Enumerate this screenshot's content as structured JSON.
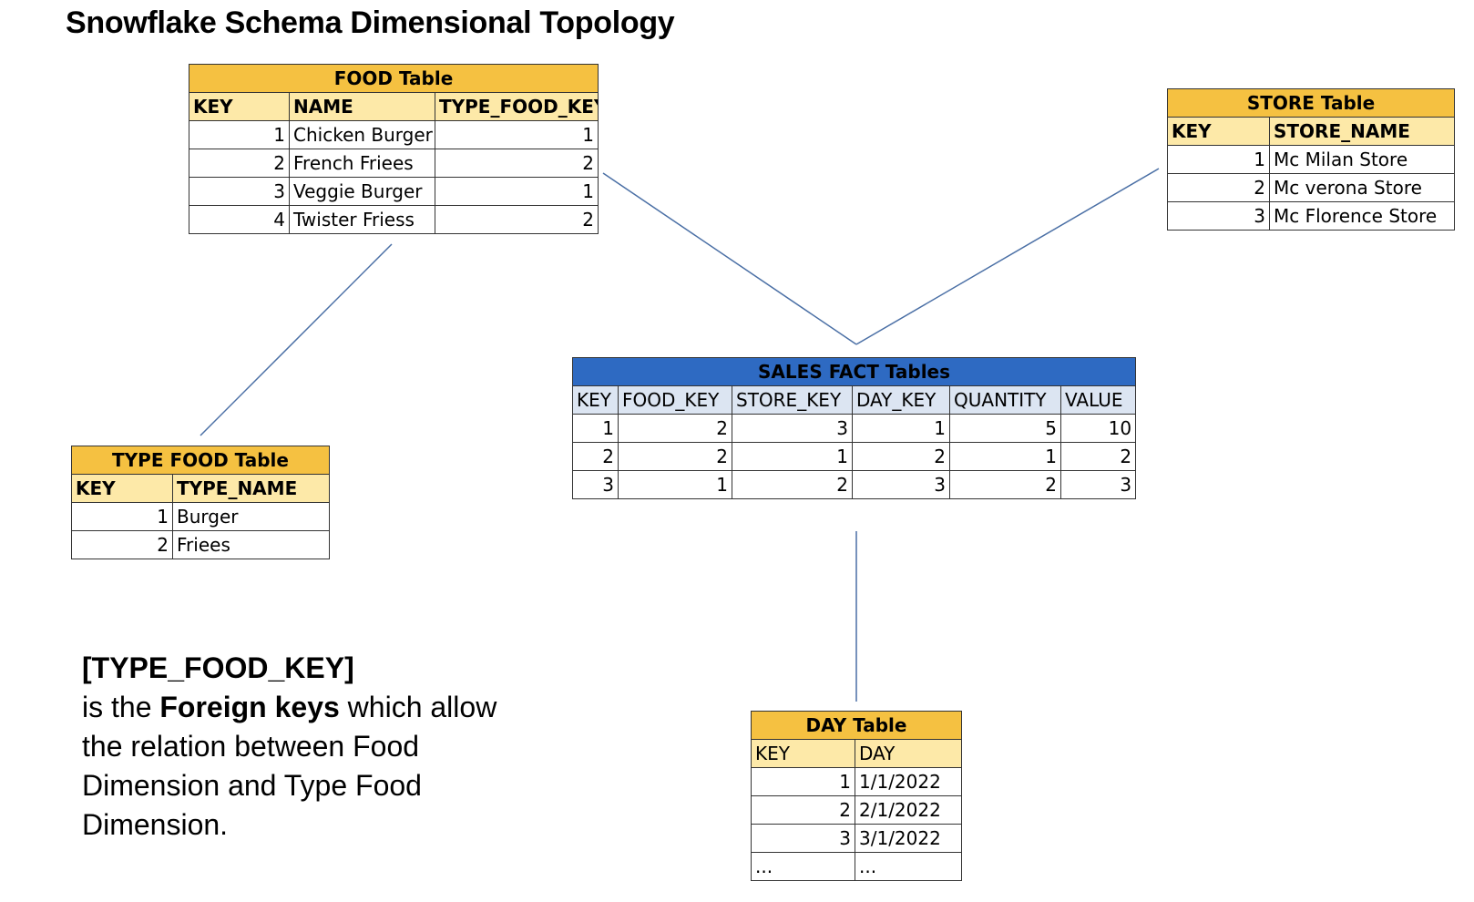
{
  "title": "Snowflake Schema Dimensional Topology",
  "food_table": {
    "title": "FOOD Table",
    "columns": [
      "KEY",
      "NAME",
      "TYPE_FOOD_KEY"
    ],
    "rows": [
      [
        "1",
        "Chicken Burger",
        "1"
      ],
      [
        "2",
        "French Friees",
        "2"
      ],
      [
        "3",
        "Veggie Burger",
        "1"
      ],
      [
        "4",
        "Twister Friess",
        "2"
      ]
    ]
  },
  "store_table": {
    "title": "STORE Table",
    "columns": [
      "KEY",
      "STORE_NAME"
    ],
    "rows": [
      [
        "1",
        "Mc Milan Store"
      ],
      [
        "2",
        "Mc verona Store"
      ],
      [
        "3",
        "Mc Florence Store"
      ]
    ]
  },
  "sales_table": {
    "title": "SALES FACT Tables",
    "columns": [
      "KEY",
      "FOOD_KEY",
      "STORE_KEY",
      "DAY_KEY",
      "QUANTITY",
      "VALUE"
    ],
    "rows": [
      [
        "1",
        "2",
        "3",
        "1",
        "5",
        "10"
      ],
      [
        "2",
        "2",
        "1",
        "2",
        "1",
        "2"
      ],
      [
        "3",
        "1",
        "2",
        "3",
        "2",
        "3"
      ]
    ]
  },
  "type_food_table": {
    "title": "TYPE FOOD Table",
    "columns": [
      "KEY",
      "TYPE_NAME"
    ],
    "rows": [
      [
        "1",
        "Burger"
      ],
      [
        "2",
        "Friees"
      ]
    ]
  },
  "day_table": {
    "title": "DAY Table",
    "columns": [
      "KEY",
      "DAY"
    ],
    "rows": [
      [
        "1",
        "1/1/2022"
      ],
      [
        "2",
        "2/1/2022"
      ],
      [
        "3",
        "3/1/2022"
      ],
      [
        "...",
        "..."
      ]
    ]
  },
  "note": {
    "line1": "[TYPE_FOOD_KEY]",
    "pre": "is the ",
    "bold": "Foreign keys",
    "post": " which allow the relation between Food Dimension and Type Food Dimension."
  },
  "colors": {
    "dim_header": "#f5c141",
    "dim_col_header": "#fde9a8",
    "fact_header": "#2e6ac2",
    "fact_col_header": "#dce5f2",
    "connector": "#4a6fa5"
  }
}
